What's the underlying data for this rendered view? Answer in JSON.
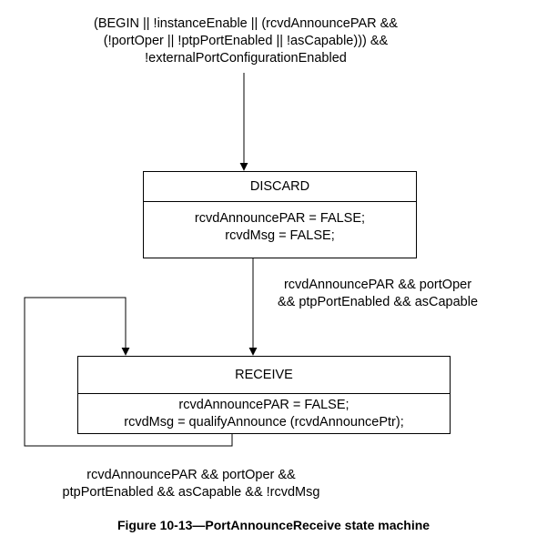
{
  "entry_condition": [
    "(BEGIN || !instanceEnable || (rcvdAnnouncePAR &&",
    "(!portOper || !ptpPortEnabled || !asCapable))) &&",
    "!externalPortConfigurationEnabled"
  ],
  "states": {
    "discard": {
      "name": "DISCARD",
      "actions": [
        "rcvdAnnouncePAR = FALSE;",
        "rcvdMsg = FALSE;"
      ]
    },
    "receive": {
      "name": "RECEIVE",
      "actions": [
        "rcvdAnnouncePAR = FALSE;",
        "rcvdMsg = qualifyAnnounce (rcvdAnnouncePtr);"
      ]
    }
  },
  "transitions": {
    "discard_to_receive": [
      "rcvdAnnouncePAR && portOper",
      "&& ptpPortEnabled && asCapable"
    ],
    "receive_loop": [
      "rcvdAnnouncePAR && portOper &&",
      "ptpPortEnabled && asCapable && !rcvdMsg"
    ]
  },
  "caption": "Figure 10-13—PortAnnounceReceive state machine"
}
